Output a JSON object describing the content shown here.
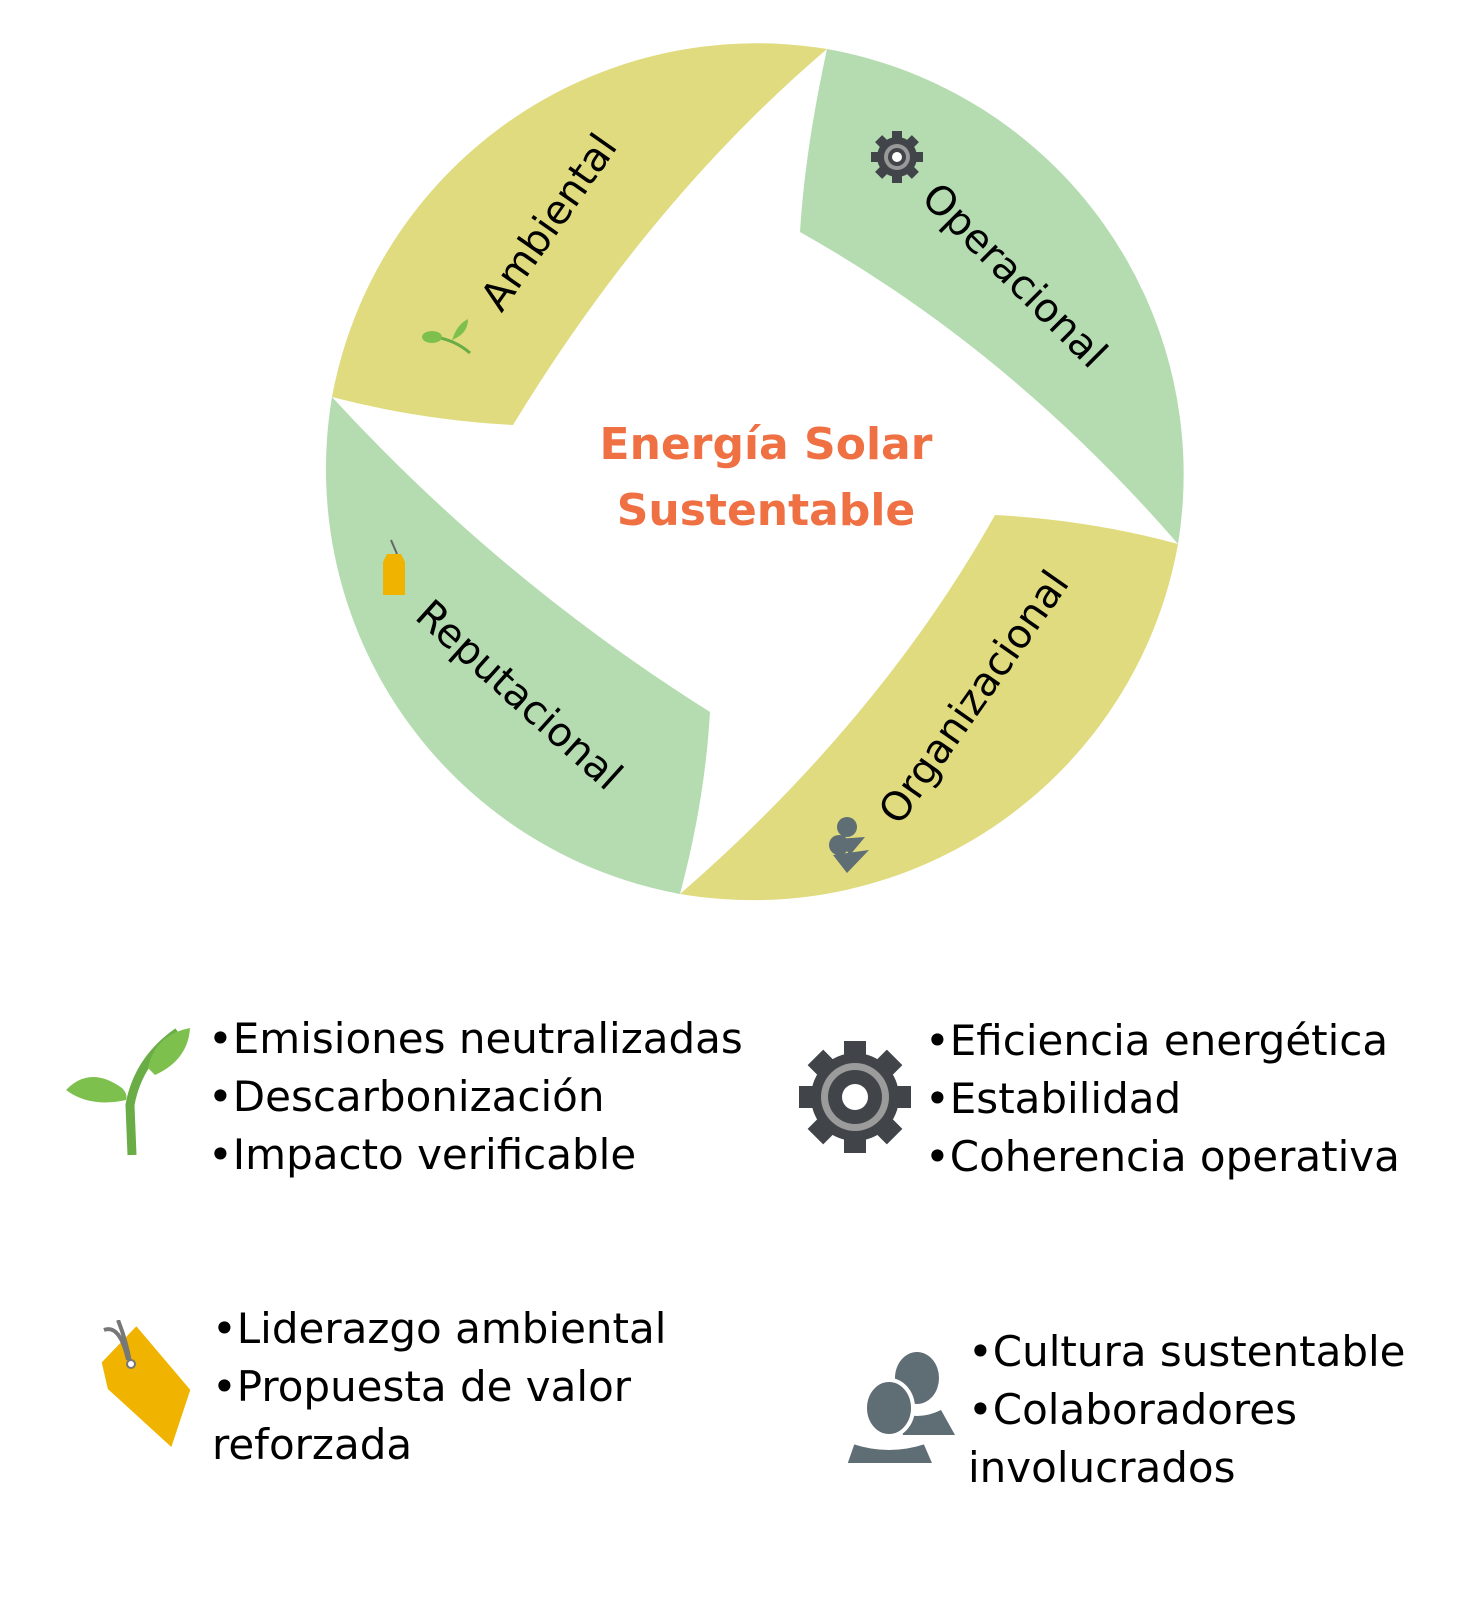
{
  "center": {
    "line1": "Energía Solar",
    "line2": "Sustentable"
  },
  "segments": [
    {
      "label": "Ambiental",
      "icon": "sprout-icon"
    },
    {
      "label": "Operacional",
      "icon": "gear-icon"
    },
    {
      "label": "Organizacional",
      "icon": "people-icon"
    },
    {
      "label": "Reputacional",
      "icon": "tag-icon"
    }
  ],
  "lists": {
    "ambiental": [
      "•Emisiones neutralizadas",
      "•Descarbonización",
      "•Impacto verificable"
    ],
    "operacional": [
      "•Eficiencia energética",
      "•Estabilidad",
      "•Coherencia operativa"
    ],
    "reputacional": [
      "•Liderazgo ambiental",
      "•Propuesta de valor",
      "reforzada"
    ],
    "organizacional": [
      "•Cultura sustentable",
      "•Colaboradores",
      "involucrados"
    ]
  },
  "colors": {
    "yellow": "#dfdb7e",
    "green": "#b4dcb0",
    "title": "#ee7043"
  }
}
